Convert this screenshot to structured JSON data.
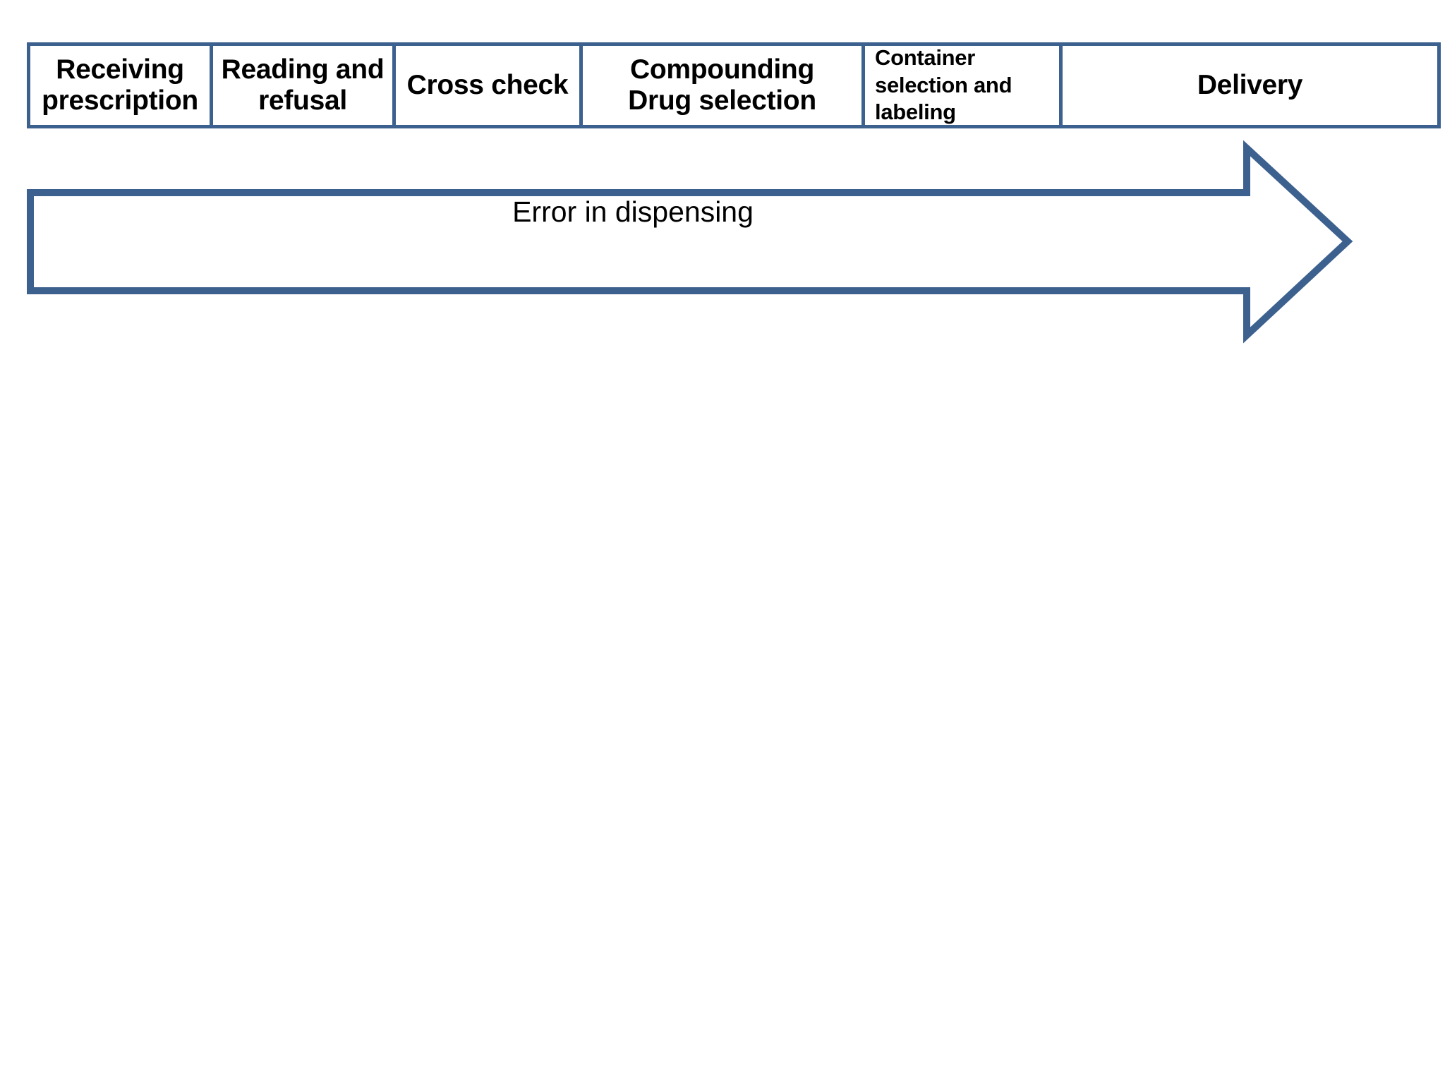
{
  "diagram": {
    "title": "Dispensing process stages with error arrow",
    "accent_color": "#3d618f",
    "background_color": "#ffffff",
    "text_color": "#000000",
    "stages": [
      {
        "id": "receiving-prescription",
        "label": "Receiving\nprescription"
      },
      {
        "id": "reading-and-refusal",
        "label": "Reading and\nrefusal"
      },
      {
        "id": "cross-check",
        "label": "Cross check"
      },
      {
        "id": "compounding-drug-selection",
        "label": "Compounding\nDrug selection"
      },
      {
        "id": "container-selection-and-labeling",
        "label": "Container\nselection and\nlabeling"
      },
      {
        "id": "delivery",
        "label": "Delivery"
      }
    ],
    "arrow": {
      "id": "error-in-dispensing-arrow",
      "label": "Error in dispensing"
    }
  }
}
